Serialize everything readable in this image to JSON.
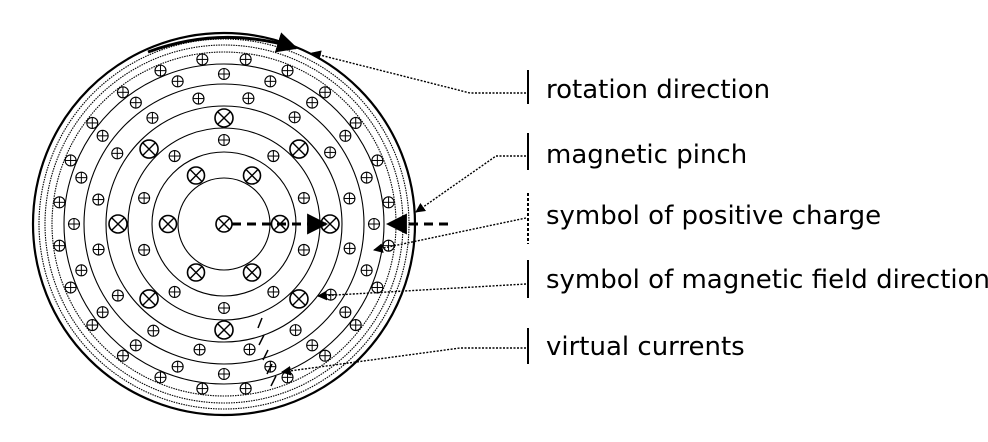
{
  "labels": {
    "rotation": "rotation direction",
    "pinch": "magnetic pinch",
    "positive_charge": "symbol of positive charge",
    "field_direction": "symbol of magnetic field direction",
    "virtual_currents": "virtual currents"
  },
  "symbols": {
    "positive_charge": "plus-in-circle-icon",
    "field_direction": "cross-in-circle-icon"
  },
  "colors": {
    "stroke": "#000000",
    "background": "#ffffff"
  }
}
